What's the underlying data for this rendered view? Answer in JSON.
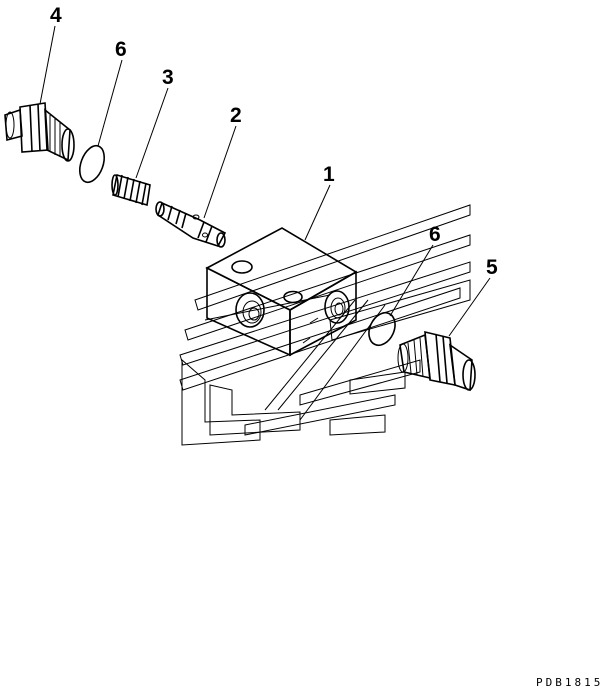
{
  "callouts": {
    "c1": "1",
    "c2": "2",
    "c3": "3",
    "c4": "4",
    "c5": "5",
    "c6a": "6",
    "c6b": "6"
  },
  "drawing_code": "PDB1815"
}
